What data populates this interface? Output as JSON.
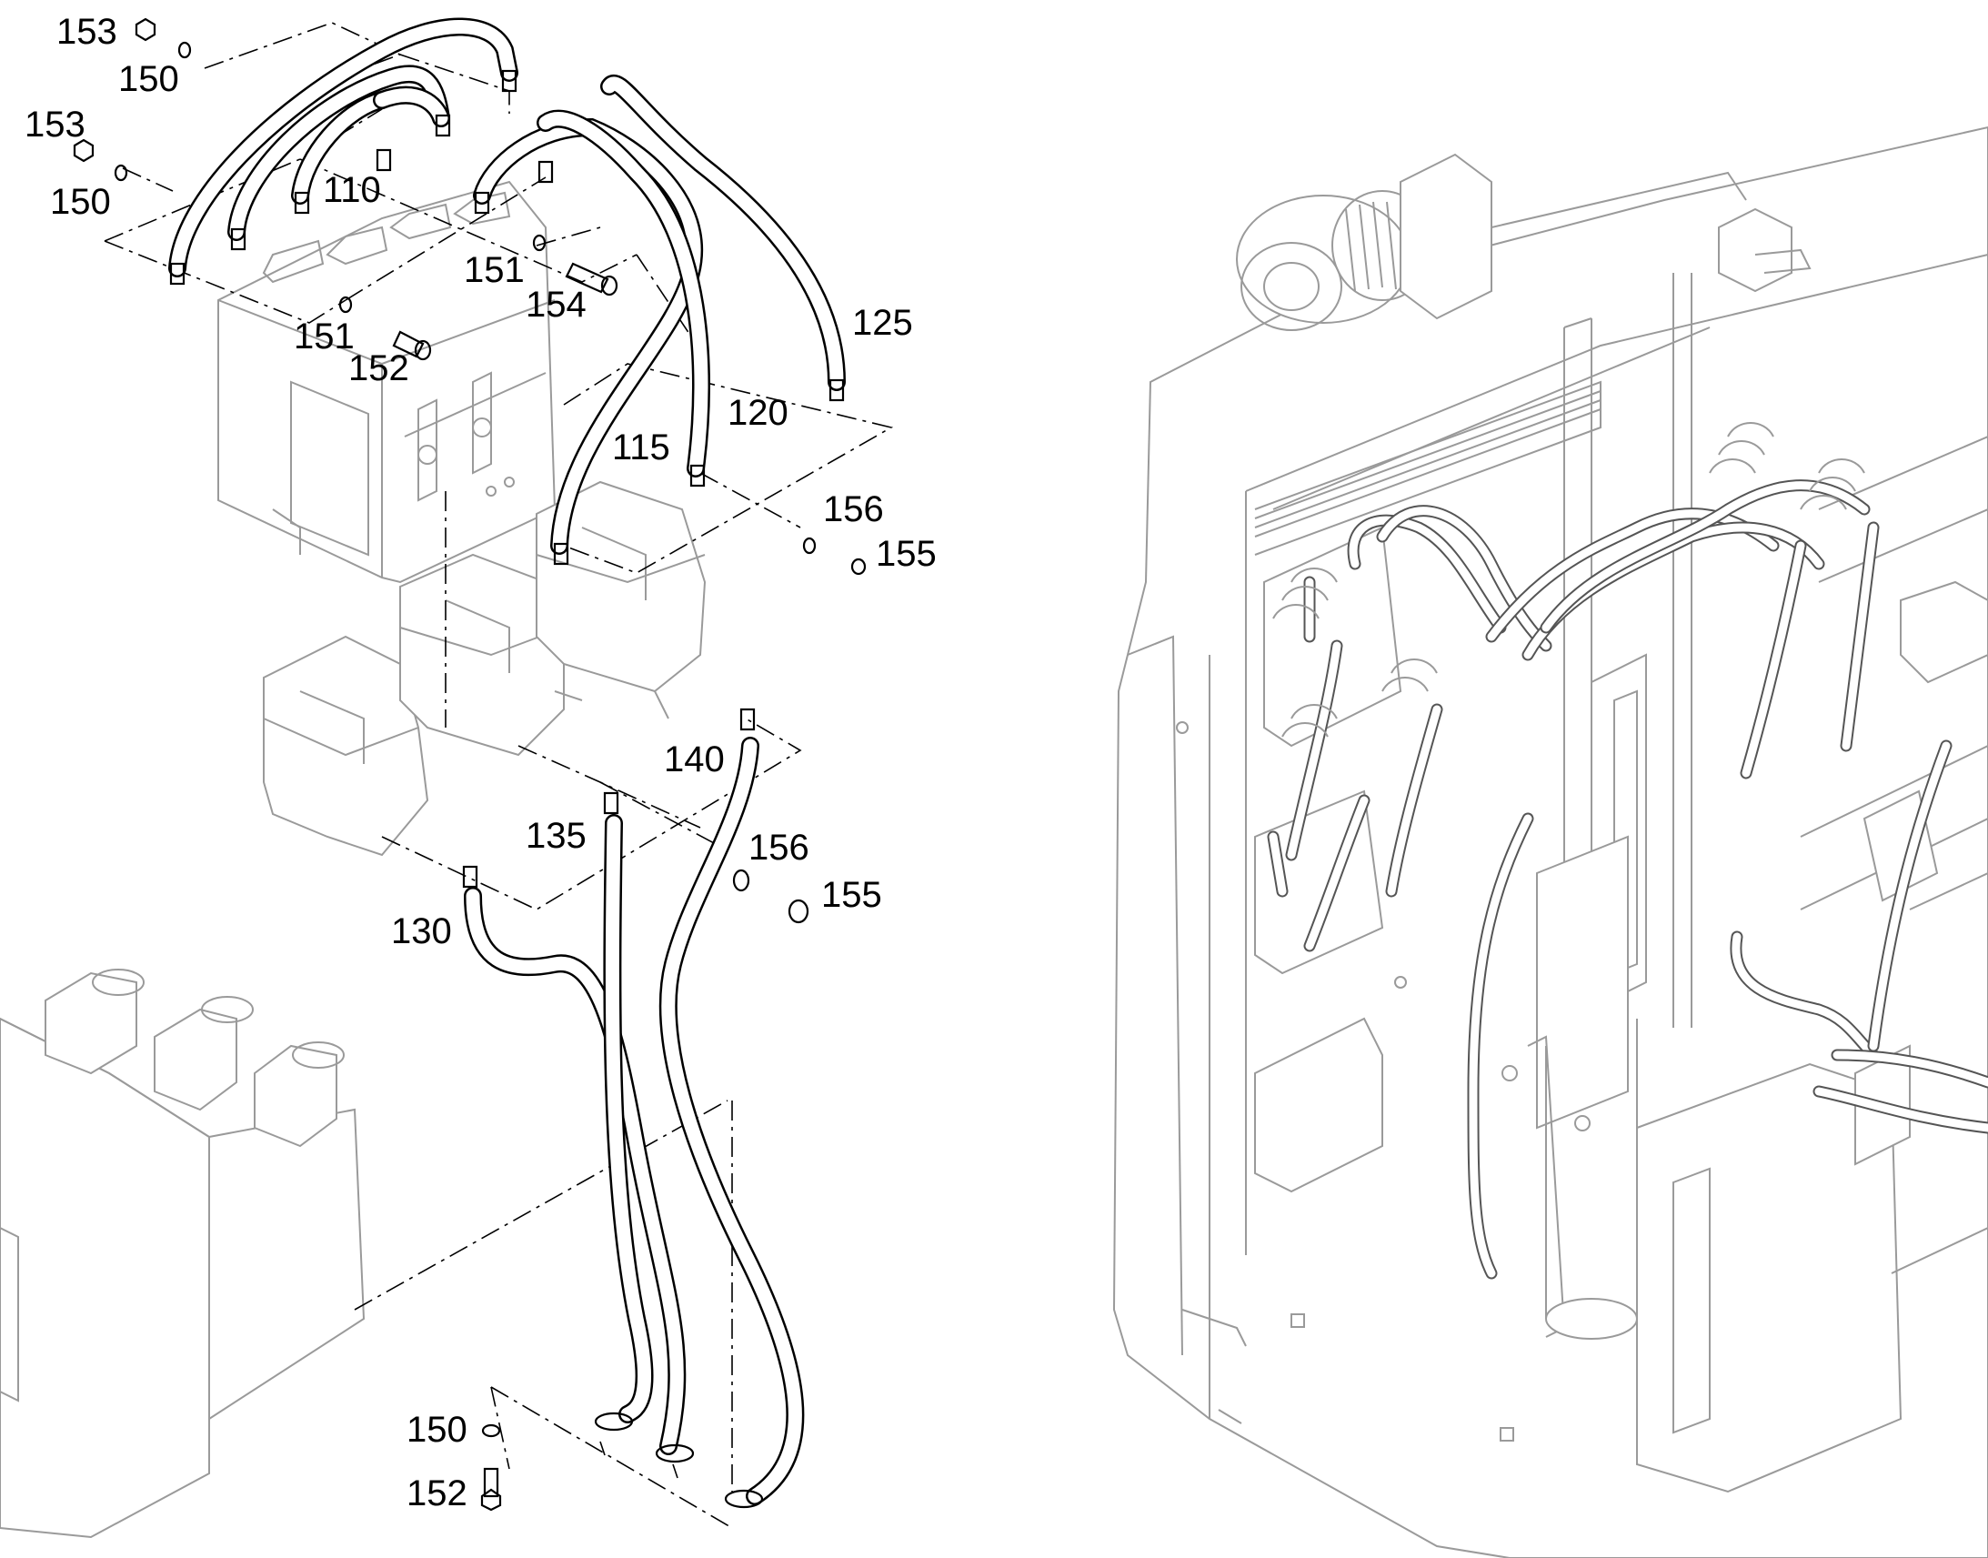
{
  "callouts": [
    {
      "id": "c153a",
      "text": "153"
    },
    {
      "id": "c150a",
      "text": "150"
    },
    {
      "id": "c153b",
      "text": "153"
    },
    {
      "id": "c150b",
      "text": "150"
    },
    {
      "id": "c110",
      "text": "110"
    },
    {
      "id": "c151a",
      "text": "151"
    },
    {
      "id": "c154",
      "text": "154"
    },
    {
      "id": "c151b",
      "text": "151"
    },
    {
      "id": "c152a",
      "text": "152"
    },
    {
      "id": "c125",
      "text": "125"
    },
    {
      "id": "c120",
      "text": "120"
    },
    {
      "id": "c115",
      "text": "115"
    },
    {
      "id": "c156a",
      "text": "156"
    },
    {
      "id": "c155a",
      "text": "155"
    },
    {
      "id": "c140",
      "text": "140"
    },
    {
      "id": "c135",
      "text": "135"
    },
    {
      "id": "c156b",
      "text": "156"
    },
    {
      "id": "c155b",
      "text": "155"
    },
    {
      "id": "c130",
      "text": "130"
    },
    {
      "id": "c150c",
      "text": "150"
    },
    {
      "id": "c152b",
      "text": "152"
    }
  ]
}
